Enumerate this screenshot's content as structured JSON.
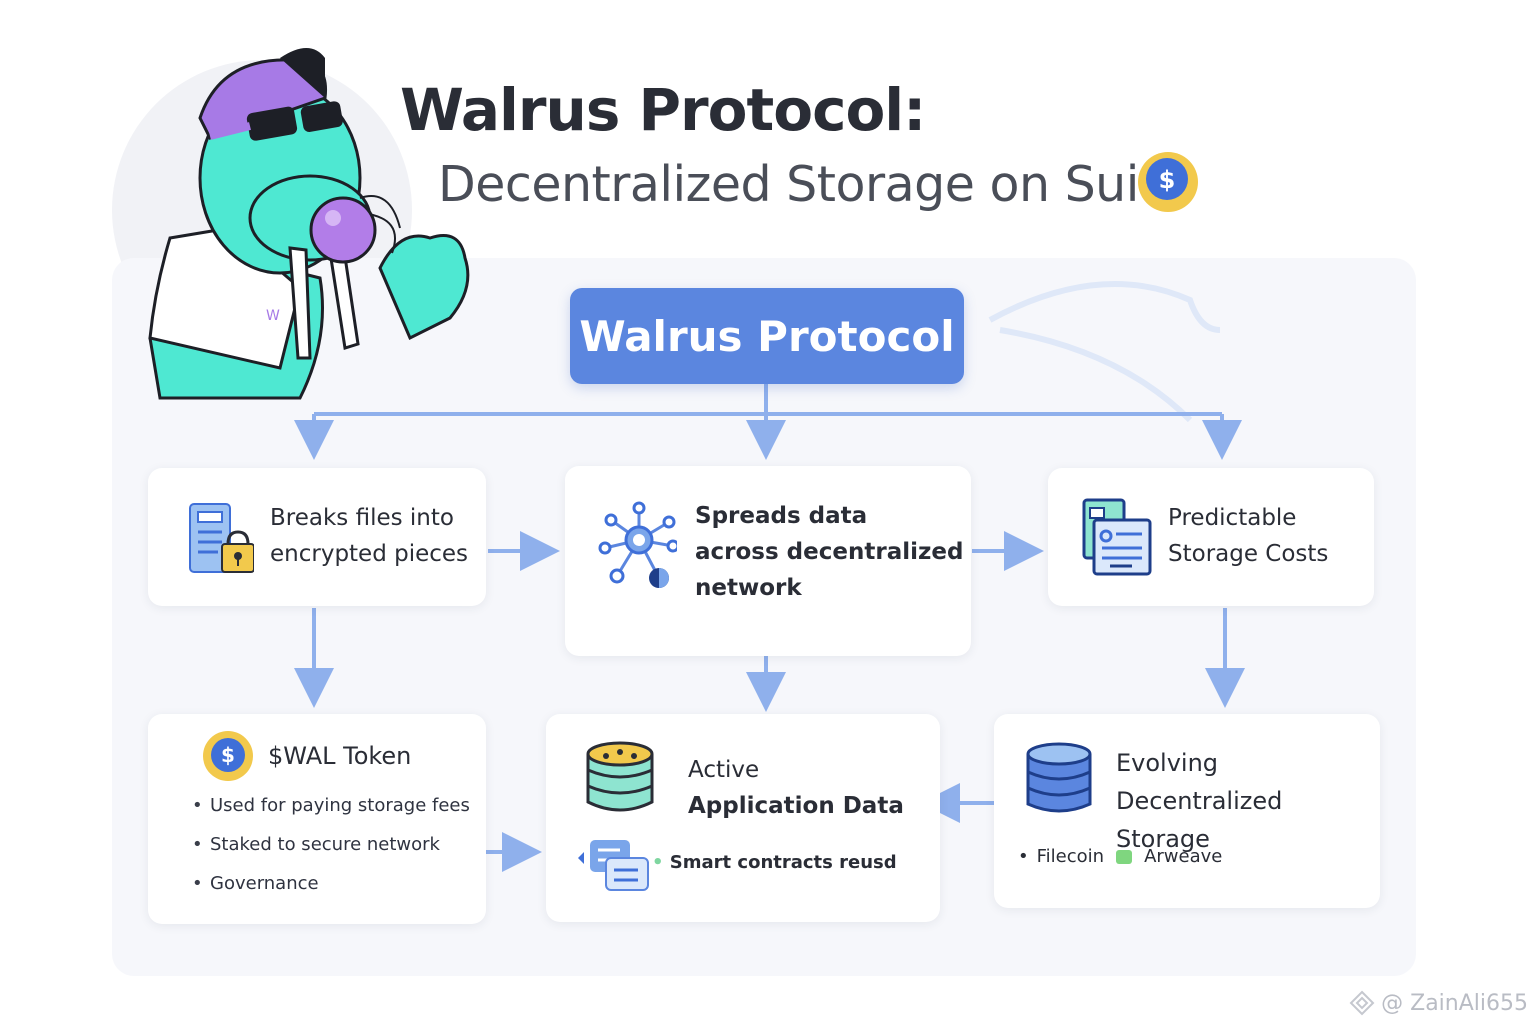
{
  "header": {
    "title": "Walrus Protocol:",
    "subtitle": "Decentralized Storage on Sui"
  },
  "root": {
    "label": "Walrus Protocol"
  },
  "cards": {
    "encrypt": {
      "line1": "Breaks files into",
      "line2": "encrypted pieces"
    },
    "spread": {
      "line1": "Spreads data",
      "line2": "across decentralized",
      "line3": "network"
    },
    "costs": {
      "line1": "Predictable",
      "line2": "Storage Costs"
    },
    "token": {
      "title": "$WAL Token",
      "bullets": [
        "Used for paying storage fees",
        "Staked to secure network",
        "Governance"
      ]
    },
    "active": {
      "line1": "Active",
      "line2": "Application  Data",
      "note": "Smart contracts reusd"
    },
    "evolving": {
      "line1": "Evolving",
      "line2": "Decentralized Storage",
      "item1": "Filecoin",
      "item2": "Arweave"
    }
  },
  "coin_symbol": "$",
  "mascot": {
    "shirt_letter": "W"
  },
  "watermark": "@ ZainAli655",
  "colors": {
    "accent": "#5b86df",
    "arrow": "#8fb0ec",
    "mascot_teal": "#4ee8d2",
    "mascot_purple": "#a77ae6",
    "coin_gold": "#f2c94c",
    "coin_blue": "#3f6fd8",
    "tag_green": "#7fd67f"
  },
  "icons": [
    "walrus-mascot",
    "coin-icon",
    "locked-document-icon",
    "network-hub-icon",
    "billing-document-icon",
    "database-coins-icon",
    "chat-bubbles-icon",
    "database-stack-icon",
    "watermark-logo-icon"
  ]
}
